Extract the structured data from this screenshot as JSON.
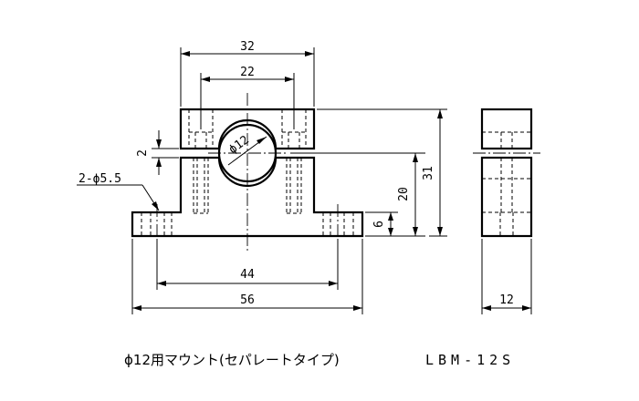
{
  "dimensions": {
    "width_outer": "32",
    "width_inner": "22",
    "gap": "2",
    "diameter": "ϕ12",
    "hole_spec": "2-ϕ5.5",
    "center_height": "20",
    "total_height": "31",
    "base_height": "6",
    "hole_pitch": "44",
    "base_length": "56",
    "thickness": "12"
  },
  "caption": {
    "description": "ϕ12用マウント(セパレートタイプ)",
    "model": "LBM-12S"
  }
}
